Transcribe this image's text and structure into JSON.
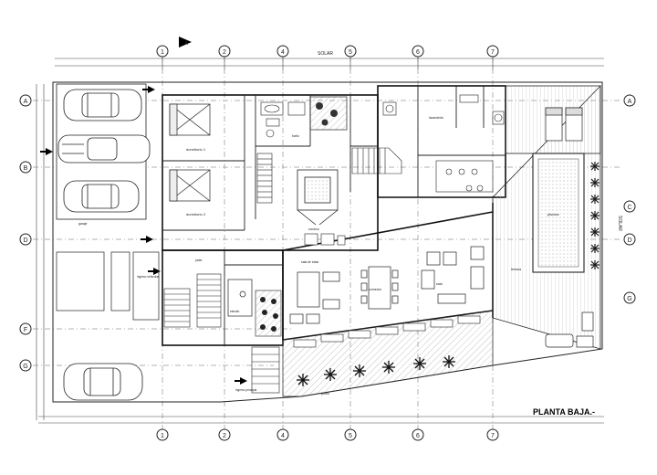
{
  "drawing": {
    "title": "PLANTA BAJA.-",
    "section_mark": "A",
    "top_axis_label": "SOLAR",
    "right_axis_label": "SOLAR"
  },
  "column_axes": [
    "1",
    "2",
    "4",
    "5",
    "6",
    "7"
  ],
  "row_axes_left": [
    "A",
    "B",
    "D",
    "F",
    "G"
  ],
  "row_axes_right": [
    "A",
    "C",
    "D",
    "G"
  ],
  "rooms": {
    "dormitorio_1": "dormitorio 1",
    "dormitorio_2": "dormitorio 2",
    "cocina": "cocina",
    "comedor": "comedor",
    "sala": "sala",
    "sala_estar": "sala de estar",
    "bano": "baño",
    "estudio": "estudio",
    "piscina": "piscina",
    "terraza": "terraza",
    "patio": "patio",
    "jardin": "jardin",
    "ingreso_principal": "ingreso principal",
    "ingreso_vehicular": "ingreso vehicular",
    "lavanderia": "lavanderia",
    "garaje": "garaje"
  },
  "colors": {
    "line": "#222222",
    "hatch": "#9a9a9a",
    "dashed_axis": "#555555",
    "plant": "#1a1a1a"
  }
}
